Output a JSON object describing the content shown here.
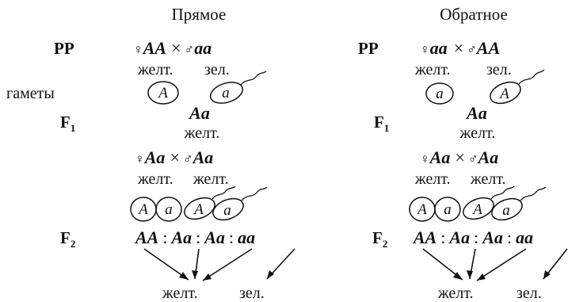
{
  "headers": {
    "direct": "Прямое",
    "reverse": "Обратное"
  },
  "labels": {
    "pp": "РР",
    "gametes": "гаметы",
    "f_letter": "F",
    "f1_sub": "1",
    "f2_sub": "2"
  },
  "symbols": {
    "female": "♀",
    "male": "♂",
    "cross": "×",
    "colon": ":"
  },
  "direct": {
    "p_female": "AA",
    "p_male": "aa",
    "p_pheno_1": "желт.",
    "p_pheno_2": "зел.",
    "gamete_egg": "A",
    "gamete_sperm": "a",
    "f1_genotype": "Aa",
    "f1_pheno": "желт.",
    "f1_cross_female": "Aa",
    "f1_cross_male": "Aa",
    "f1_cross_pheno_1": "желт.",
    "f1_cross_pheno_2": "желт.",
    "f1_gametes": [
      "A",
      "a",
      "A",
      "a"
    ],
    "f2_genotypes": [
      "AA",
      "Aa",
      "Aa",
      "aa"
    ],
    "f2_pheno_1": "желт.",
    "f2_pheno_2": "зел."
  },
  "reverse": {
    "p_female": "aa",
    "p_male": "AA",
    "p_pheno_1": "желт.",
    "p_pheno_2": "зел.",
    "gamete_egg": "a",
    "gamete_sperm": "A",
    "f1_genotype": "Aa",
    "f1_pheno": "желт.",
    "f1_cross_female": "Aa",
    "f1_cross_male": "Aa",
    "f1_cross_pheno_1": "желт.",
    "f1_cross_pheno_2": "желт.",
    "f1_gametes": [
      "A",
      "a",
      "A",
      "a"
    ],
    "f2_genotypes": [
      "AA",
      "Aa",
      "Aa",
      "aa"
    ],
    "f2_pheno_1": "желт.",
    "f2_pheno_2": "зел."
  }
}
